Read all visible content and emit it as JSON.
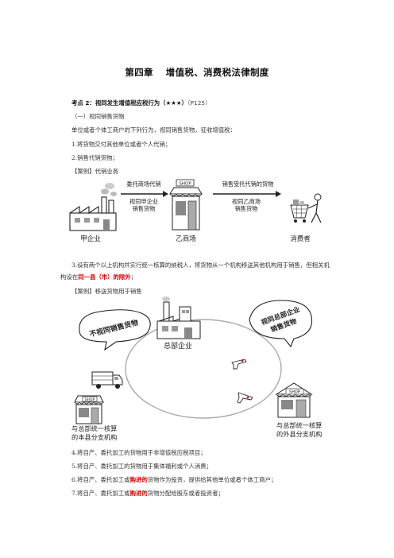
{
  "title": {
    "chapter": "第四章",
    "name": "增值税、消费税法律制度"
  },
  "kp": {
    "label": "考点 2：视同发生增值税应税行为（★★★）",
    "ref": "（P125）"
  },
  "s1": "（一）视同销售货物",
  "s2": "单位或者个体工商户的下列行为，视同销售货物，征收增值税：",
  "item1": "1.将货物交付其他单位或者个人代销；",
  "item2": "2.销售代销货物；",
  "case1": "【案例】代销业务",
  "d1": {
    "shop_sign": "SHOP",
    "arrow1_top": "委托商场代销",
    "arrow1_b1": "视同甲企业",
    "arrow1_b2": "销售货物",
    "arrow2_top": "销售受托代销的货物",
    "arrow2_b1": "视同乙商场",
    "arrow2_b2": "销售货物",
    "label_a": "甲企业",
    "label_b": "乙商场",
    "label_c": "消费者"
  },
  "item3": {
    "pre": "3.设有两个以上机构并实行统一核算的纳税人，将货物从一个机构移送其他机构用于销售，但相关机构设在",
    "red": "同一县（市）的除外",
    "post": "；"
  },
  "case2": "【案例】移送货物用于销售",
  "d2": {
    "bubble_left": "不视同销售货物",
    "bubble_right1": "视同总部企业",
    "bubble_right2": "销售货物",
    "hq": "总部企业",
    "shop_sign": "SHOP",
    "branch_left1": "与总部统一核算",
    "branch_left2": "的本县分支机构",
    "branch_right1": "与总部统一核算",
    "branch_right2": "的外县分支机构"
  },
  "item4": "4.将自产、委托加工的货物用于非增值税应税项目；",
  "item5": "5.将自产、委托加工的货物用于集体福利或个人消费；",
  "item6": {
    "pre": "6.将自产、委托加工或",
    "red": "购进的",
    "post": "货物作为投资，提供给其他单位或者个体工商户；"
  },
  "item7": {
    "pre": "7.将自产、委托加工或",
    "red": "购进的",
    "post": "货物分配给股东或者投资者；"
  }
}
